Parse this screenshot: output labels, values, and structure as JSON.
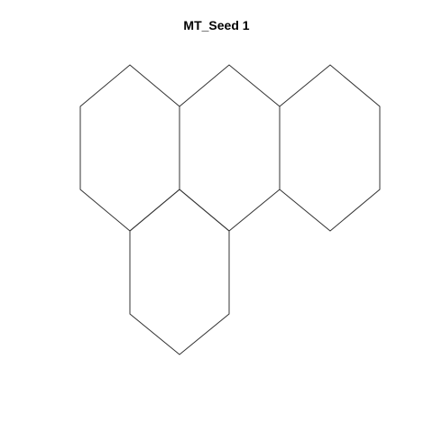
{
  "title": "MT_Seed 1",
  "colors": {
    "background": "#ffffff",
    "outline": "#333333",
    "title": "#000000"
  },
  "cells": [
    {
      "id": "hex-1"
    },
    {
      "id": "hex-2"
    },
    {
      "id": "hex-3"
    },
    {
      "id": "hex-4"
    }
  ]
}
